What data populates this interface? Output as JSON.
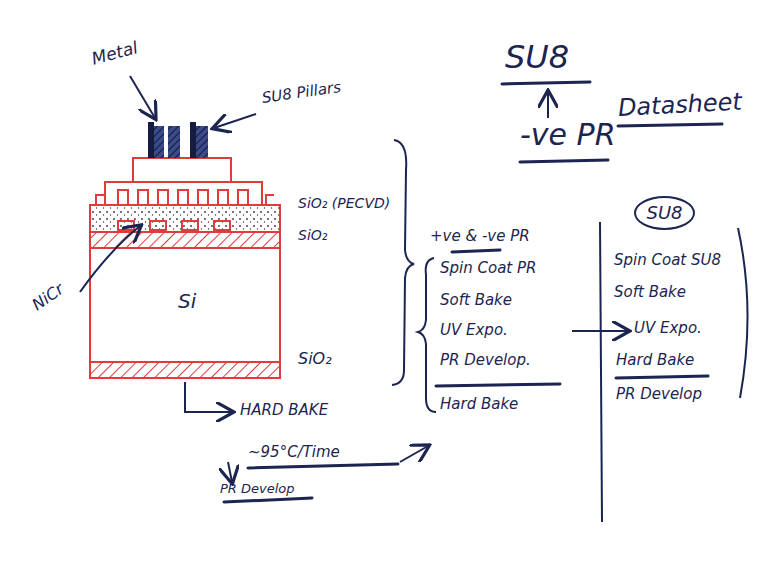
{
  "diagram": {
    "nodes": [
      {
        "text": [
          "SU8"
        ]
      }
    ],
    "labels": [
      "Metal",
      "SU8 Pillars",
      "SiO₂ (PECVD)",
      "SiO₂",
      "NiCr",
      "Si",
      "SiO₂",
      "HARD BAKE",
      "~95°C/Time",
      "PR Develop",
      "SU8",
      "-ve PR",
      "Datasheet",
      "+ve & -ve PR",
      "Spin Coat PR",
      "Soft Bake",
      "UV Expo.",
      "PR Develop.",
      "Hard Bake",
      "Spin Coat SU8",
      "Soft Bake",
      "UV Expo.",
      "Hard Bake",
      "PR Develop"
    ]
  }
}
